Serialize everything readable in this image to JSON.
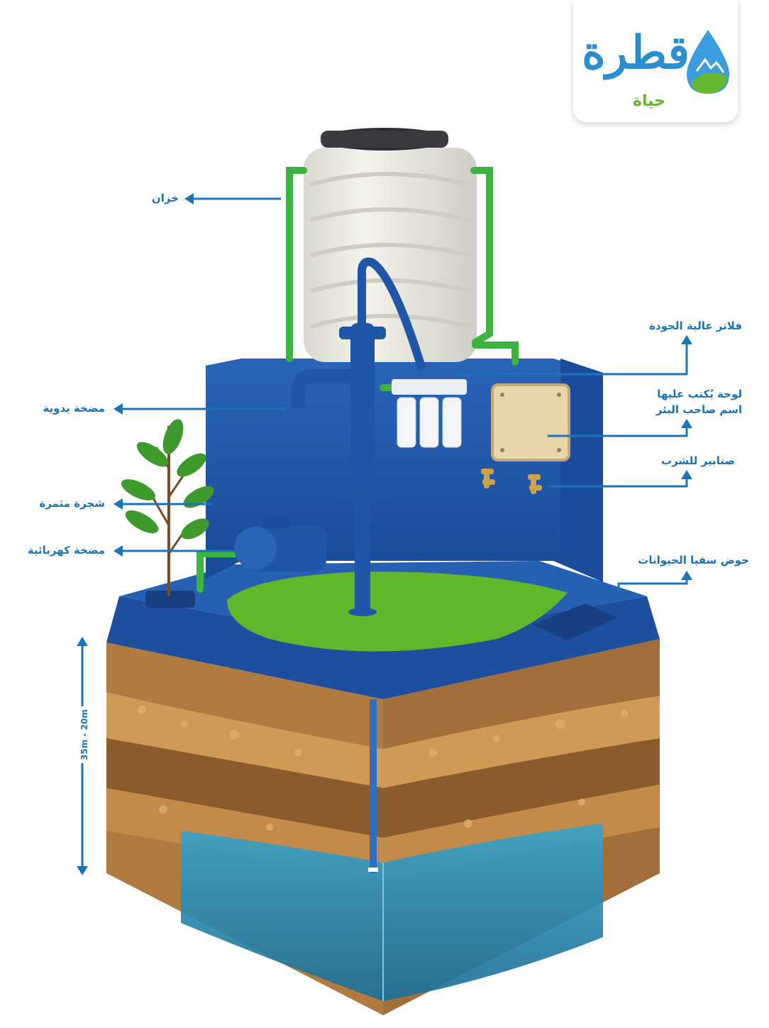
{
  "brand": {
    "logo_text": "قطرة",
    "logo_subtext": "حياة"
  },
  "labels": {
    "tank": "خزان",
    "hand_pump": "مضخة يدوية",
    "fruit_tree": "شجرة مثمرة",
    "electric_pump": "مضخة كهربائية",
    "filters": "فلاتر عالية الجودة",
    "sign_line1": "لوحة يُكتب عليها",
    "sign_line2": "اسم صاحب البئر",
    "taps": "صنابير للشرب",
    "trough": "حوض سقيا الحيوانات"
  },
  "depth_label": "35m - 20m",
  "colors": {
    "label_blue": "#1b73b8",
    "structure_blue": "#1f56a8",
    "grass_green": "#5fb82a",
    "pipe_green": "#3db340",
    "tank_white": "#eeeee4",
    "soil_light": "#c48a4a",
    "soil_dark": "#8a5a2e",
    "water": "#2a8fb8"
  }
}
